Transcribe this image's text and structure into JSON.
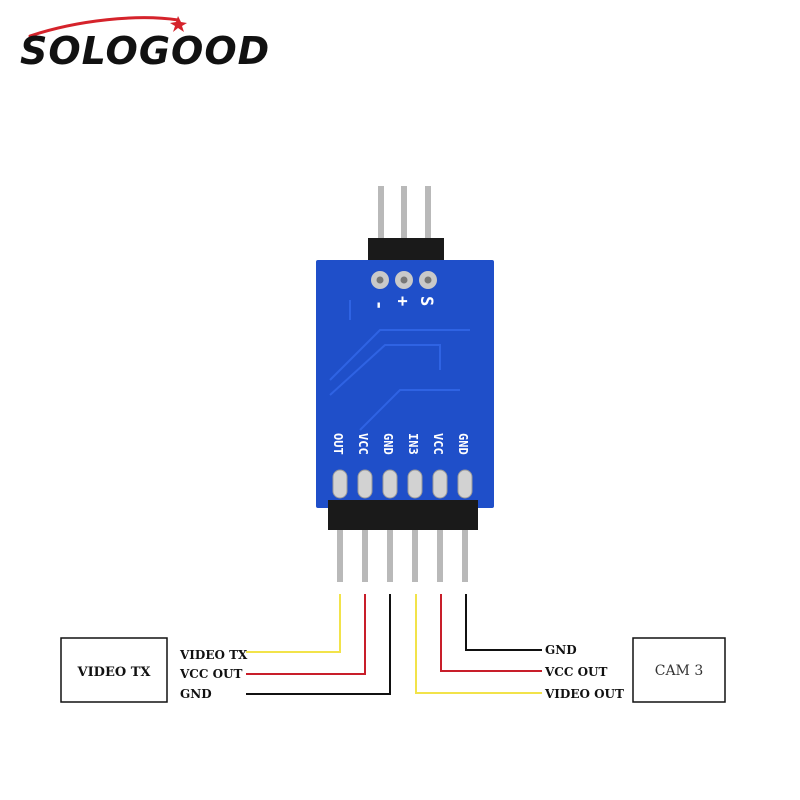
{
  "brand": {
    "name": "SOLOGOOD"
  },
  "board": {
    "top_labels": [
      "-",
      "+",
      "S"
    ],
    "pin_labels": [
      "OUT",
      "VCC",
      "GND",
      "IN3",
      "VCC",
      "GND"
    ]
  },
  "left_box": {
    "label": "VIDEO TX"
  },
  "right_box": {
    "label": "CAM 3"
  },
  "wires": {
    "left": [
      {
        "label": "VIDEO TX",
        "color": "#f2e34a"
      },
      {
        "label": "VCC OUT",
        "color": "#c81e2a"
      },
      {
        "label": "GND",
        "color": "#111111"
      }
    ],
    "right": [
      {
        "label": "GND",
        "color": "#111111"
      },
      {
        "label": "VCC OUT",
        "color": "#c81e2a"
      },
      {
        "label": "VIDEO OUT",
        "color": "#f2e34a"
      }
    ]
  },
  "colors": {
    "pcb": "#1f4fc9",
    "header": "#1a1a1a",
    "pin": "#b9b9b9"
  }
}
